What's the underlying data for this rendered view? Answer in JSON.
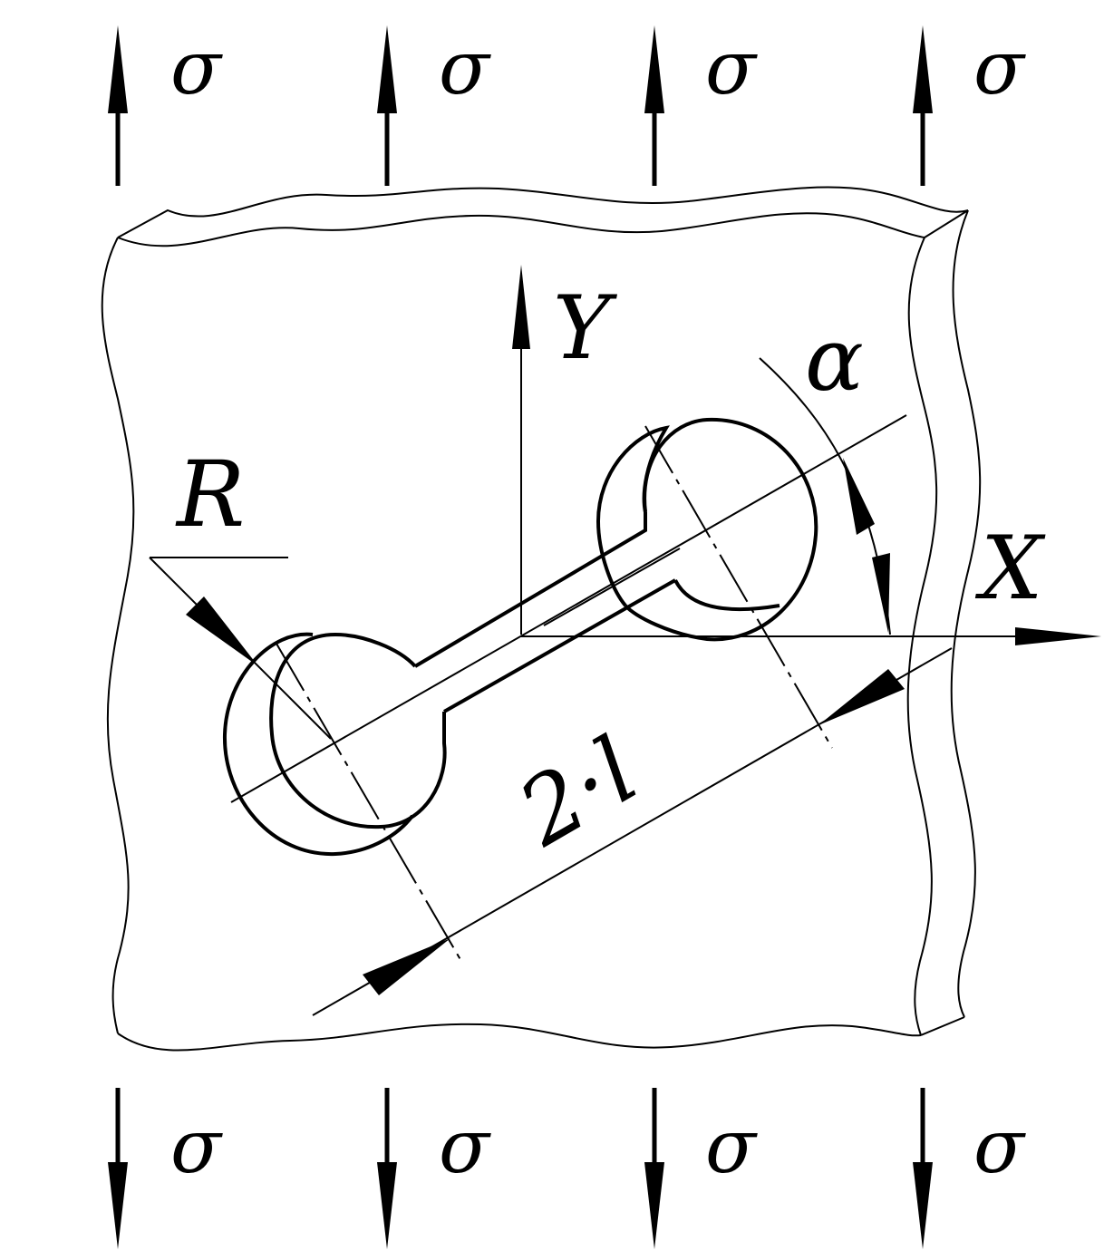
{
  "diagram": {
    "stress_symbol": "σ",
    "top_stress_labels": [
      "σ",
      "σ",
      "σ",
      "σ"
    ],
    "bottom_stress_labels": [
      "σ",
      "σ",
      "σ",
      "σ"
    ],
    "axis_x_label": "X",
    "axis_y_label": "Y",
    "angle_label": "α",
    "radius_label": "R",
    "length_label": "2·l"
  },
  "colors": {
    "stroke": "#000000",
    "background": "#ffffff"
  }
}
